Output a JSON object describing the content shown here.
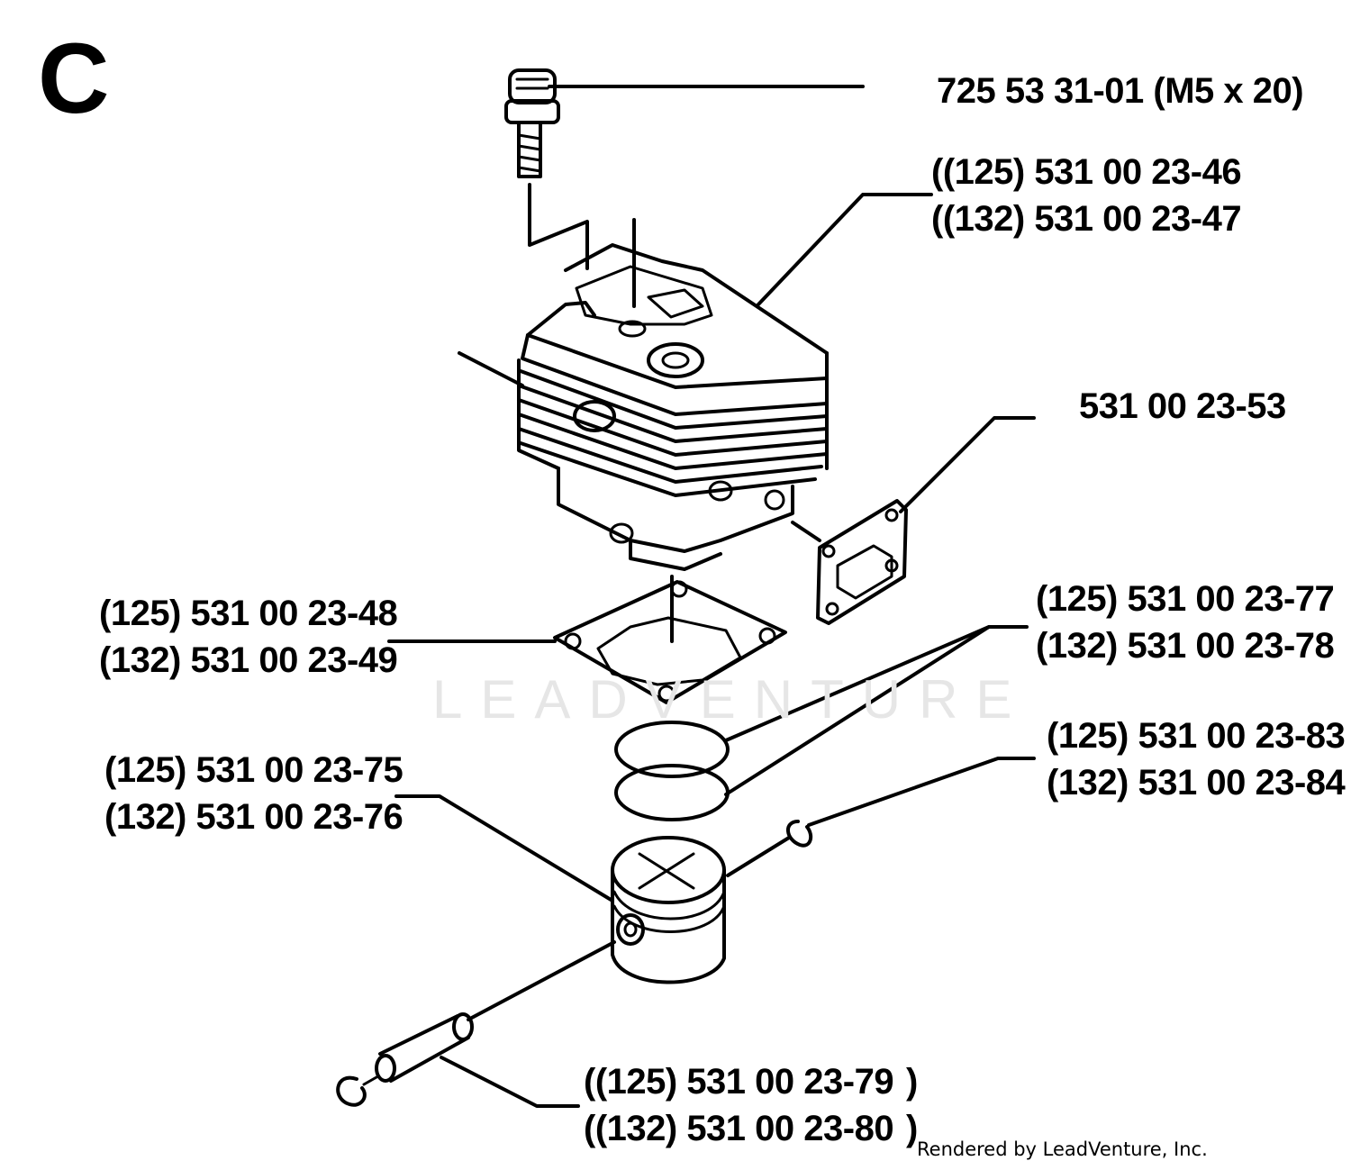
{
  "diagram": {
    "section_letter": "C",
    "watermark": "LEADVENTURE",
    "credit": "Rendered by LeadVenture, Inc.",
    "parts": {
      "screw": {
        "label": "725 53 31-01 (M5 x 20)"
      },
      "cylinder": {
        "label_125": "((125) 531 00 23-46",
        "label_132": "((132) 531 00 23-47"
      },
      "intake_gasket": {
        "label": "531 00 23-53"
      },
      "base_gasket": {
        "label_125": "(125) 531 00 23-48",
        "label_132": "(132) 531 00 23-49"
      },
      "piston_rings": {
        "label_125": "(125) 531 00 23-77",
        "label_132": "(132) 531 00 23-78"
      },
      "piston": {
        "label_125": "(125) 531 00 23-75",
        "label_132": "(132) 531 00 23-76"
      },
      "circlip": {
        "label_125": "(125) 531 00 23-83",
        "label_132": "(132) 531 00 23-84"
      },
      "piston_pin": {
        "label_125": "((125) 531 00 23-79",
        "label_132": "((132) 531 00 23-80",
        "bracket": ")"
      }
    }
  }
}
